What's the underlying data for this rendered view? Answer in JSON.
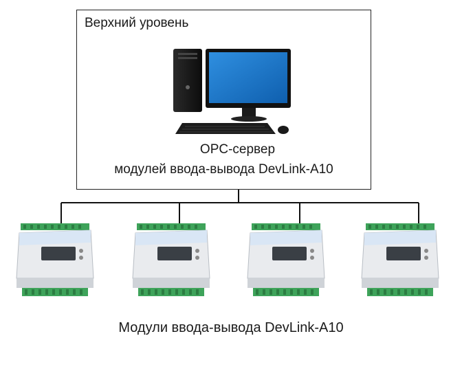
{
  "top_level": {
    "title": "Верхний уровень",
    "server_label_line1": "OPC-сервер",
    "server_label_line2": "модулей ввода-вывода DevLink-A10"
  },
  "modules": {
    "count": 4,
    "caption": "Модули ввода-вывода DevLink-A10"
  },
  "colors": {
    "box_border": "#222222",
    "bus_line": "#111111",
    "terminal_green": "#3ea35a",
    "screen_blue": "#1e7fd4",
    "module_body": "#e9ebee"
  },
  "icons": {
    "computer": "desktop-computer-icon",
    "module": "io-module-icon"
  }
}
